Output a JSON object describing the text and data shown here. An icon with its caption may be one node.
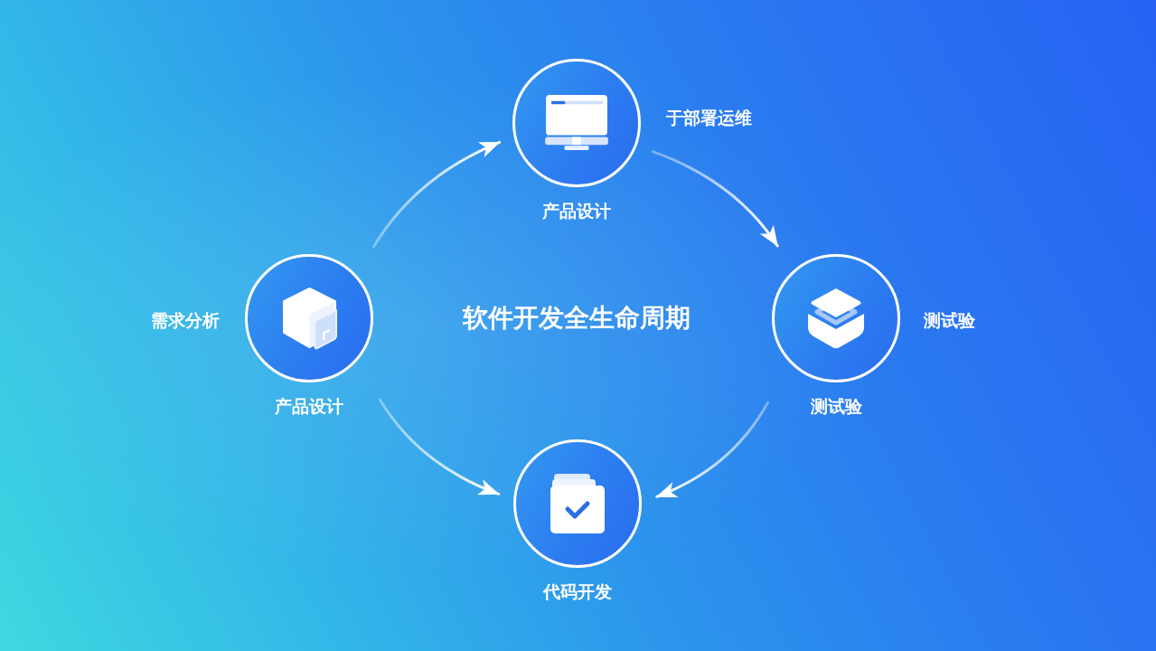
{
  "diagram": {
    "title": "软件开发全生命周期",
    "nodes": [
      {
        "text": [
          "产品设计"
        ],
        "beside": [
          "于部署运维"
        ]
      },
      {
        "text": [
          "产品设计"
        ],
        "beside": [
          "需求分析"
        ]
      },
      {
        "text": [
          "测试验"
        ],
        "beside": [
          "测试验"
        ]
      },
      {
        "text": [
          "代码开发"
        ]
      }
    ],
    "edges": [
      {
        "from": 1,
        "to": 0,
        "arrow": "to"
      },
      {
        "from": 0,
        "to": 2,
        "arrow": "to"
      },
      {
        "from": 2,
        "to": 3,
        "arrow": "to"
      },
      {
        "from": 1,
        "to": 3,
        "arrow": "to"
      }
    ]
  }
}
